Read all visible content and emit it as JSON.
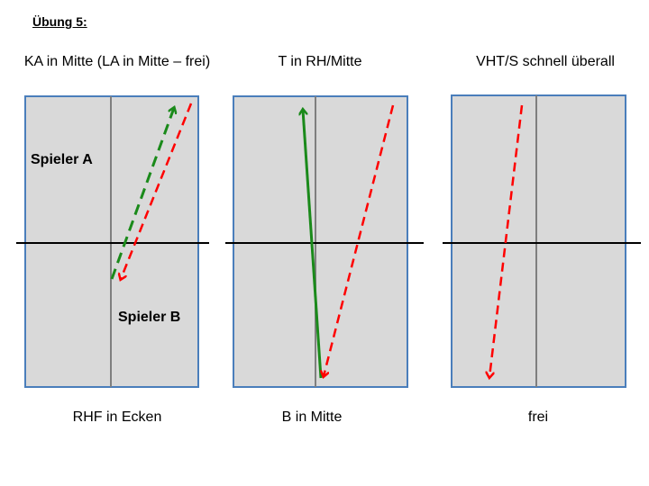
{
  "slide": {
    "title": "Übung 5:"
  },
  "drills": [
    {
      "title": "KA in Mitte (LA in Mitte – frei)",
      "caption": "RHF in Ecken",
      "labels": {
        "player_a": "Spieler A",
        "player_b": "Spieler B"
      }
    },
    {
      "title": "T in RH/Mitte",
      "caption": "B in Mitte"
    },
    {
      "title": "VHT/S schnell überall",
      "caption": "frei"
    }
  ],
  "colors": {
    "table_fill": "#d9d9d9",
    "table_border": "#4a7ebb",
    "center_line": "#7f7f7f",
    "net": "#000000",
    "ball_red": "#ff0000",
    "ball_green": "#1a8a1a"
  }
}
